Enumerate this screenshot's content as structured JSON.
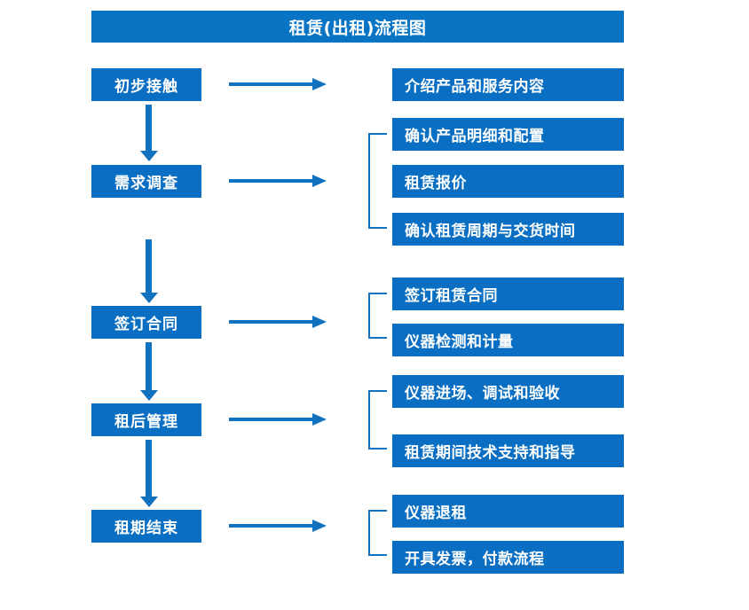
{
  "title": {
    "text": "租赁(出租)流程图"
  },
  "colors": {
    "title_bar": "#0a74c4",
    "box": "#0a6fc2",
    "arrow": "#1071bf",
    "bracket": "#1071bf",
    "text": "#ffffff",
    "background": "#ffffff"
  },
  "stages": [
    {
      "id": "initial-contact",
      "label": "初步接触"
    },
    {
      "id": "needs-survey",
      "label": "需求调查"
    },
    {
      "id": "sign-contract",
      "label": "签订合同"
    },
    {
      "id": "post-rental-mgmt",
      "label": "租后管理"
    },
    {
      "id": "rental-end",
      "label": "租期结束"
    }
  ],
  "details": [
    {
      "id": "introduce-products",
      "label": "介绍产品和服务内容"
    },
    {
      "id": "confirm-product-spec",
      "label": "确认产品明细和配置"
    },
    {
      "id": "rental-quotation",
      "label": "租赁报价"
    },
    {
      "id": "confirm-period-delivery",
      "label": "确认租赁周期与交货时间"
    },
    {
      "id": "sign-rental-contract",
      "label": "签订租赁合同"
    },
    {
      "id": "instrument-test-metering",
      "label": "仪器检测和计量"
    },
    {
      "id": "instrument-entry-accept",
      "label": "仪器进场、调试和验收"
    },
    {
      "id": "tech-support-guidance",
      "label": "租赁期间技术支持和指导"
    },
    {
      "id": "instrument-return",
      "label": "仪器退租"
    },
    {
      "id": "invoice-payment-process",
      "label": "开具发票，付款流程"
    }
  ]
}
